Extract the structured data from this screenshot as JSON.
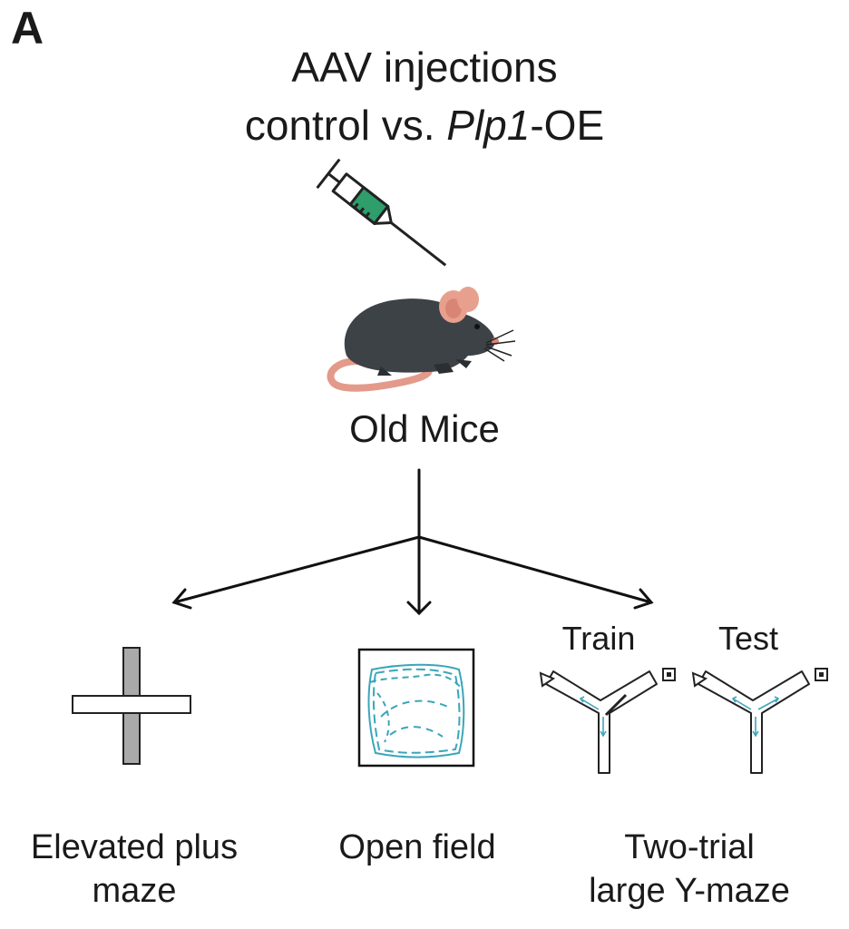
{
  "panel_label": "A",
  "title": {
    "line1": "AAV injections",
    "line2_prefix": "control vs. ",
    "line2_italic": "Plp1",
    "line2_suffix": "-OE"
  },
  "subject_label": "Old Mice",
  "conditions": {
    "elevated_plus_maze": {
      "line1": "Elevated plus",
      "line2": "maze"
    },
    "open_field": {
      "line1": "Open field"
    },
    "y_maze": {
      "line1": "Two-trial",
      "line2": "large Y-maze"
    }
  },
  "y_maze_phases": {
    "train": "Train",
    "test": "Test"
  },
  "colors": {
    "syringe_fluid": "#2e9e6a",
    "mouse_body": "#3d4247",
    "mouse_ear": "#e8a08e",
    "mouse_tail": "#e39a8a",
    "plus_maze_closed_arm": "#a9a9a9",
    "track_path": "#3aa6b9"
  },
  "icons": [
    "syringe-icon",
    "mouse-icon",
    "plus-maze-icon",
    "open-field-icon",
    "y-maze-icon"
  ]
}
